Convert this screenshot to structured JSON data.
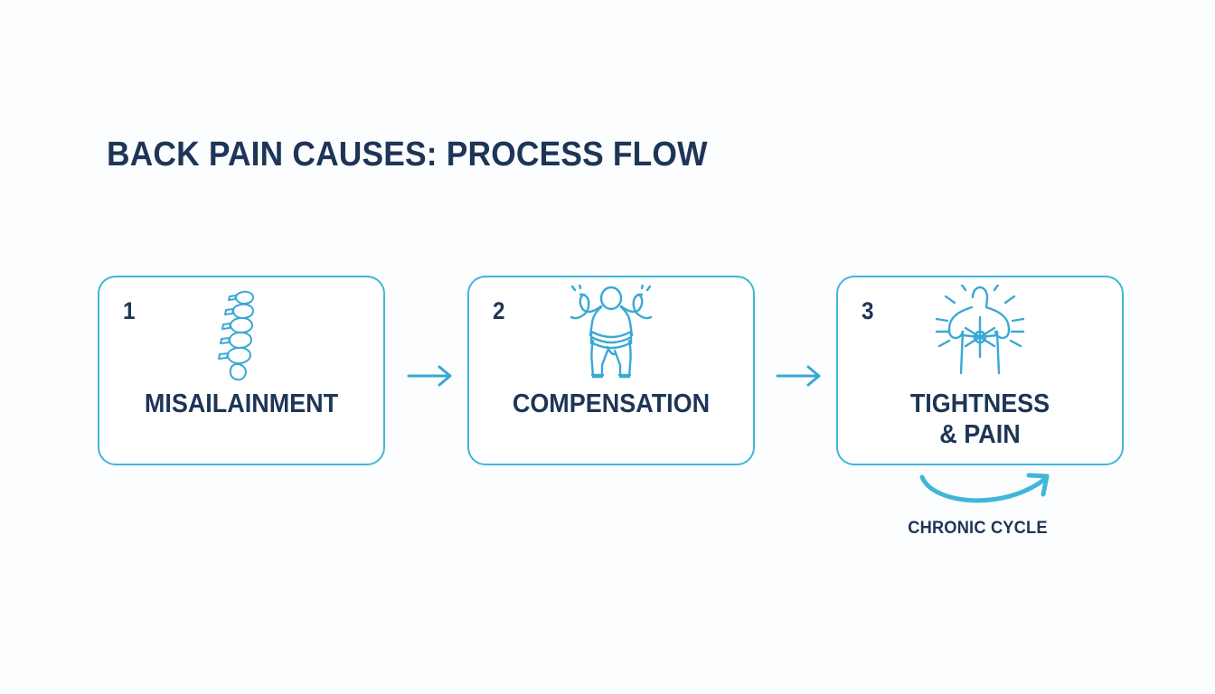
{
  "page": {
    "title": "BACK PAIN CAUSES: PROCESS FLOW",
    "background_color": "#fcfdfe",
    "accent_color": "#41b6d9",
    "text_color": "#1d3557"
  },
  "flow": {
    "steps": [
      {
        "number": "1",
        "label_line1": "MISAILAINMENT",
        "label_line2": "",
        "icon": "spine-icon"
      },
      {
        "number": "2",
        "label_line1": "COMPENSATION",
        "label_line2": "",
        "icon": "flexing-figure-brace-icon"
      },
      {
        "number": "3",
        "label_line1": "TIGHTNESS",
        "label_line2": "& PAIN",
        "icon": "back-pain-radiating-icon"
      }
    ],
    "connectors": [
      {
        "icon": "arrow-right-icon"
      },
      {
        "icon": "arrow-right-icon"
      }
    ]
  },
  "cycle": {
    "label": "CHRONIC CYCLE",
    "icon": "curved-arrow-up-right-icon"
  }
}
